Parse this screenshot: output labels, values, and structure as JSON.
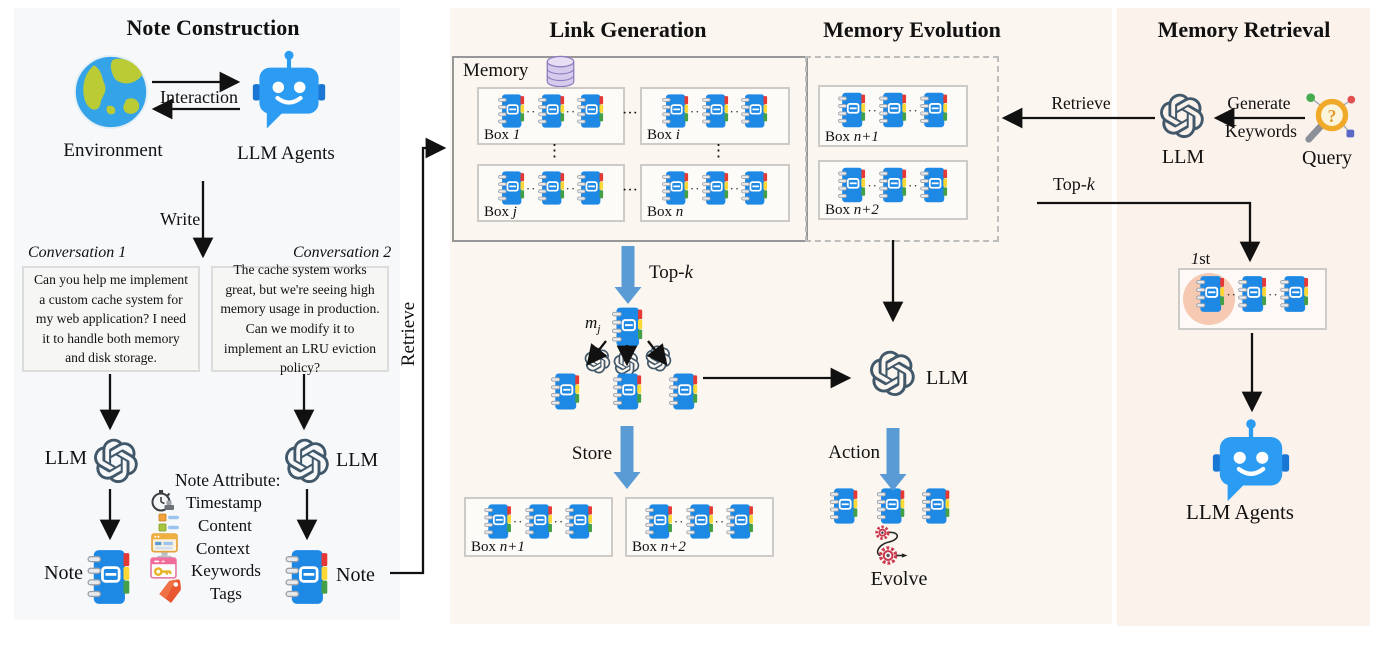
{
  "panels": {
    "note_construction": {
      "title": "Note Construction",
      "environment_label": "Environment",
      "llm_agents_label": "LLM Agents",
      "interaction_label": "Interaction",
      "write_label": "Write",
      "conversation1": {
        "title": "Conversation 1",
        "text": "Can you help me implement a custom cache system for my web application? I need it to handle both memory and disk storage."
      },
      "conversation2": {
        "title": "Conversation 2",
        "text": "The cache system works great, but we're seeing high memory usage in production. Can we modify it to implement an LRU eviction policy?"
      },
      "llm_left_label": "LLM",
      "llm_right_label": "LLM",
      "note_left_label": "Note",
      "note_right_label": "Note",
      "note_attributes": {
        "header": "Note Attribute:",
        "items": [
          "Timestamp",
          "Content",
          "Context",
          "Keywords",
          "Tags"
        ]
      },
      "retrieve_label": "Retrieve"
    },
    "link_generation": {
      "title": "Link Generation",
      "memory_label": "Memory",
      "memory_boxes": [
        {
          "prefix": "Box ",
          "var": "1"
        },
        {
          "prefix": "Box ",
          "var": "i"
        },
        {
          "prefix": "Box ",
          "var": "j"
        },
        {
          "prefix": "Box ",
          "var": "n"
        }
      ],
      "topk": {
        "prefix": "Top-",
        "var": "k"
      },
      "mj": {
        "base": "m",
        "sub": "j"
      },
      "store_label": "Store",
      "store_boxes": [
        {
          "prefix": "Box ",
          "var": "n+1"
        },
        {
          "prefix": "Box ",
          "var": "n+2"
        }
      ]
    },
    "memory_evolution": {
      "title": "Memory Evolution",
      "boxes": [
        {
          "prefix": "Box ",
          "var": "n+1"
        },
        {
          "prefix": "Box ",
          "var": "n+2"
        }
      ],
      "llm_label": "LLM",
      "action_label": "Action",
      "evolve_label": "Evolve"
    },
    "memory_retrieval": {
      "title": "Memory Retrieval",
      "retrieve_label": "Retrieve",
      "generate_line1": "Generate",
      "generate_line2": "Keywords",
      "llm_label": "LLM",
      "query_label": "Query",
      "topk": {
        "prefix": "Top-",
        "var": "k"
      },
      "first": {
        "num": "1",
        "suffix": "st"
      },
      "llm_agents_label": "LLM Agents"
    }
  },
  "glyphs": {
    "link_dots": "··",
    "ellipsis_h": "···",
    "ellipsis_v": "⋮"
  },
  "colors": {
    "note_blue": "#1E88E5",
    "tab_red": "#E53935",
    "tab_yellow": "#FDD835",
    "tab_green": "#43A047",
    "flow_arrow_blue": "#5B9BD5",
    "openai_slate": "#41586A",
    "robot_blue": "#2B9CF2",
    "robot_dark_blue": "#1976D2",
    "earth_ocean": "#35A3E8",
    "earth_land": "#BACB35",
    "db_purple": "#D6CBEC",
    "highlight_peach": "#F5C9B2",
    "panel_left_bg": "#F7F8FA",
    "panel_middle_bg": "#FBF7F0",
    "panel_right_bg": "#FCF2EC"
  }
}
